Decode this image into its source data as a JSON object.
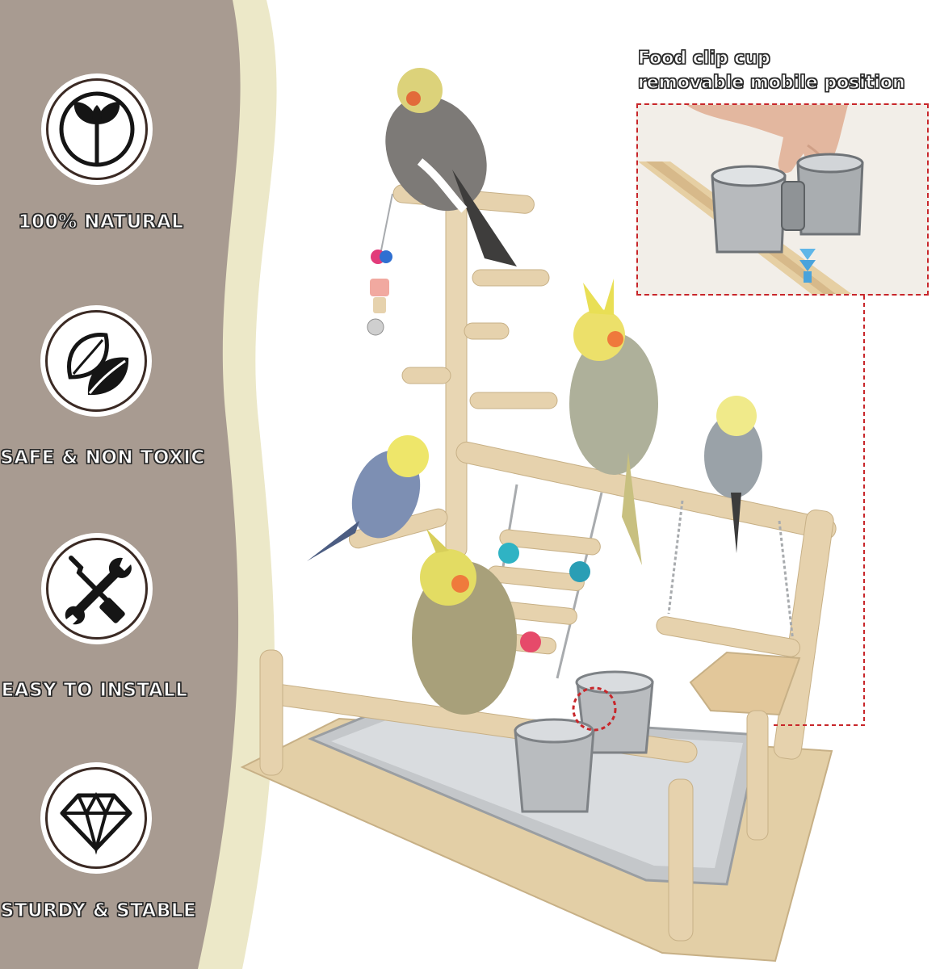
{
  "features": [
    {
      "icon": "sprout-icon",
      "label": "100% NATURAL"
    },
    {
      "icon": "leaf-icon",
      "label": "SAFE & NON TOXIC"
    },
    {
      "icon": "tools-icon",
      "label": "EASY TO INSTALL"
    },
    {
      "icon": "diamond-icon",
      "label": "STURDY & STABLE"
    }
  ],
  "callout": {
    "line1": "Food clip cup",
    "line2": "removable mobile position"
  },
  "colors": {
    "panel": "#a89b91",
    "swoosh": "#e9e5c4",
    "accent": "#c8262a",
    "wood": "#e6d2ad",
    "metal": "#b9bcbf"
  }
}
